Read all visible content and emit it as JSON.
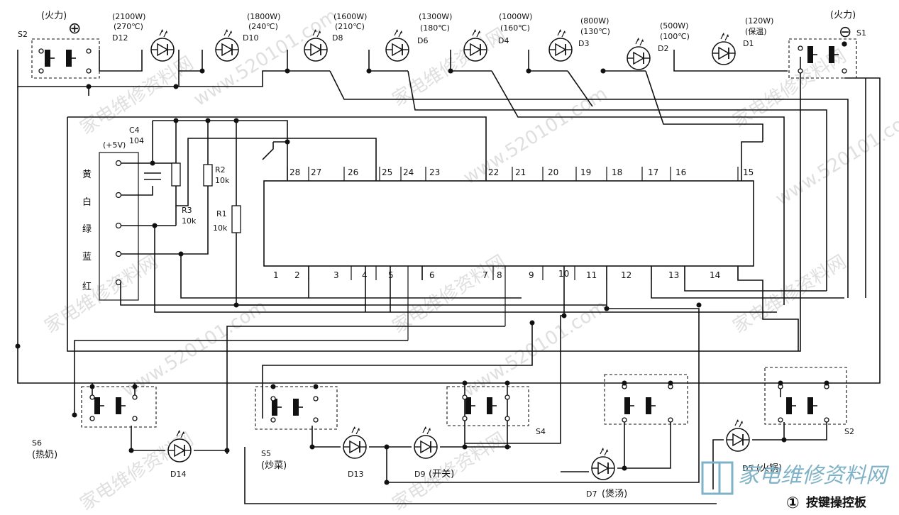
{
  "title": "按键操控板",
  "title_number": "①",
  "watermark_text": [
    "家电维修资料网",
    "www.520101.com"
  ],
  "logo_text": "家电维修资料网",
  "power_up": {
    "text": "(火力)",
    "symbol": "⊕"
  },
  "power_down": {
    "text": "(火力)",
    "symbol": "⊖"
  },
  "leds_top": [
    {
      "id": "D12",
      "power": "(2100W)",
      "temp": "(270℃)"
    },
    {
      "id": "D10",
      "power": "(1800W)",
      "temp": "(240℃)"
    },
    {
      "id": "D8",
      "power": "(1600W)",
      "temp": "(210℃)"
    },
    {
      "id": "D6",
      "power": "(1300W)",
      "temp": "(180℃)"
    },
    {
      "id": "D4",
      "power": "(1000W)",
      "temp": "(160℃)"
    },
    {
      "id": "D3",
      "power": "(800W)",
      "temp": "(130℃)"
    },
    {
      "id": "D2",
      "power": "(500W)",
      "temp": "(100℃)"
    },
    {
      "id": "D1",
      "power": "(120W)",
      "temp": "(保温)"
    }
  ],
  "switches_top": [
    {
      "id": "S2"
    },
    {
      "id": "S1"
    }
  ],
  "connector": {
    "supply": "(+5V)",
    "wires": [
      "黄",
      "白",
      "绿",
      "蓝",
      "红"
    ]
  },
  "capacitor": {
    "id": "C4",
    "value": "104"
  },
  "resistors": [
    {
      "id": "R2",
      "value": "10k"
    },
    {
      "id": "R3",
      "value": "10k"
    },
    {
      "id": "R1",
      "value": "10k"
    }
  ],
  "ic_pins_top": [
    "28",
    "27",
    "26",
    "25",
    "24",
    "23",
    "22",
    "21",
    "20",
    "19",
    "18",
    "17",
    "16",
    "15"
  ],
  "ic_pins_bottom": [
    "1",
    "2",
    "3",
    "4",
    "5",
    "6",
    "7",
    "8",
    "9",
    "10",
    "11",
    "12",
    "13",
    "14"
  ],
  "switches_bottom": [
    {
      "id": "S6",
      "function": "(热奶)"
    },
    {
      "id": "S5",
      "function": "(炒菜)"
    },
    {
      "id": "S4",
      "function": ""
    },
    {
      "id": "",
      "function": ""
    },
    {
      "id": "S2",
      "function": ""
    }
  ],
  "leds_bottom": [
    {
      "id": "D14",
      "function": ""
    },
    {
      "id": "D13",
      "function": ""
    },
    {
      "id": "D9",
      "function": "(开关)"
    },
    {
      "id": "D7",
      "function": "(煲汤)"
    },
    {
      "id": "D5",
      "function": "(火锅)"
    }
  ]
}
